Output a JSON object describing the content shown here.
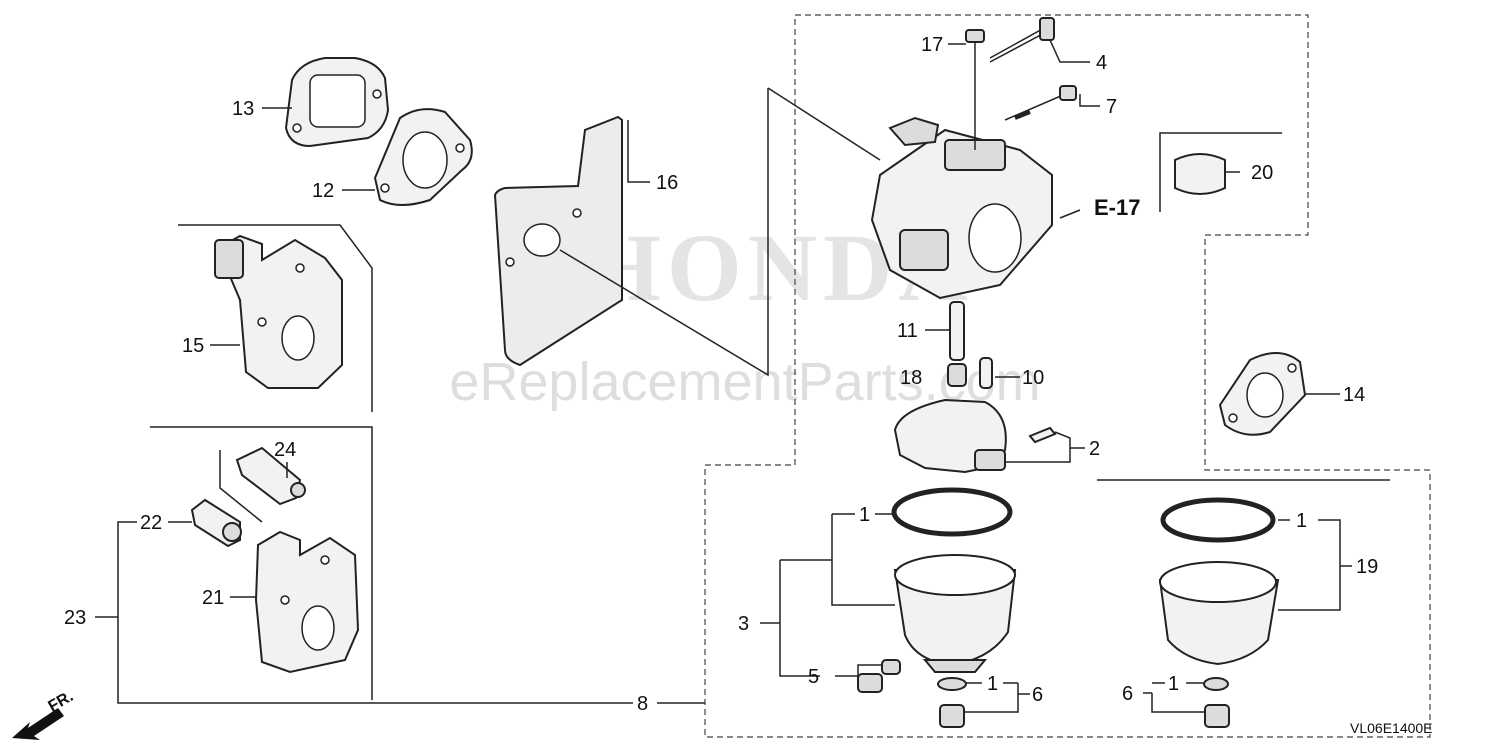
{
  "diagram": {
    "brand_watermark": "HONDA",
    "site_watermark": "eReplacementParts.com",
    "reference_code": "VL06E1400E",
    "ref_label": "E-17",
    "direction_label": "FR.",
    "callouts": {
      "c1a": "1",
      "c1b": "1",
      "c1c": "1",
      "c1d": "1",
      "c2": "2",
      "c3": "3",
      "c4": "4",
      "c5": "5",
      "c6a": "6",
      "c6b": "6",
      "c7": "7",
      "c8": "8",
      "c10": "10",
      "c11": "11",
      "c12": "12",
      "c13": "13",
      "c14": "14",
      "c15": "15",
      "c16": "16",
      "c17": "17",
      "c18": "18",
      "c19": "19",
      "c20": "20",
      "c21": "21",
      "c22": "22",
      "c23": "23",
      "c24": "24"
    }
  }
}
